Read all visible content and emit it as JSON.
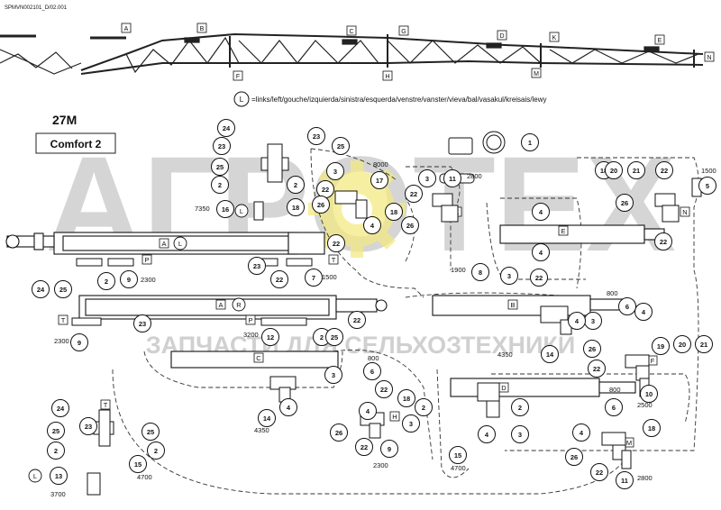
{
  "doc_code": "SPMVN002101_D/02.001",
  "legend": {
    "symbol": "L",
    "text": "=links/left/gouche/izquierda/sinistra/esquerda/venstre/vanster/vieva/bal/vasakul/kreisais/lewy"
  },
  "model": "27M",
  "variant": "Comfort 2",
  "watermark": {
    "main": "АГРОТЕХ",
    "sub": "ЗАПЧАСТИ ДЛЯ СЕЛЬХОЗТЕХНИКИ"
  },
  "boom_section_labels": [
    "A",
    "B",
    "C",
    "D",
    "E",
    "F",
    "G",
    "H",
    "K",
    "M",
    "N"
  ],
  "callouts": [
    {
      "n": "1"
    },
    {
      "n": "2"
    },
    {
      "n": "3"
    },
    {
      "n": "4"
    },
    {
      "n": "5"
    },
    {
      "n": "6"
    },
    {
      "n": "7"
    },
    {
      "n": "8"
    },
    {
      "n": "9"
    },
    {
      "n": "10"
    },
    {
      "n": "11"
    },
    {
      "n": "12"
    },
    {
      "n": "13"
    },
    {
      "n": "14"
    },
    {
      "n": "15"
    },
    {
      "n": "16"
    },
    {
      "n": "17"
    },
    {
      "n": "18"
    },
    {
      "n": "19"
    },
    {
      "n": "20"
    },
    {
      "n": "21"
    },
    {
      "n": "22"
    },
    {
      "n": "23"
    },
    {
      "n": "24"
    },
    {
      "n": "25"
    },
    {
      "n": "26"
    }
  ],
  "dimensions": [
    "8000",
    "2800",
    "1500",
    "7350",
    "1900",
    "1500",
    "2300",
    "800",
    "3200",
    "2300",
    "4350",
    "800",
    "2500",
    "4350",
    "2300",
    "4700",
    "800",
    "2800",
    "4700",
    "3700"
  ],
  "cylinder_labels": [
    "A",
    "L",
    "A",
    "R",
    "B",
    "C",
    "D",
    "E",
    "P",
    "T",
    "T",
    "P",
    "F",
    "G",
    "H",
    "K",
    "M",
    "N",
    "T",
    "L",
    "L"
  ]
}
